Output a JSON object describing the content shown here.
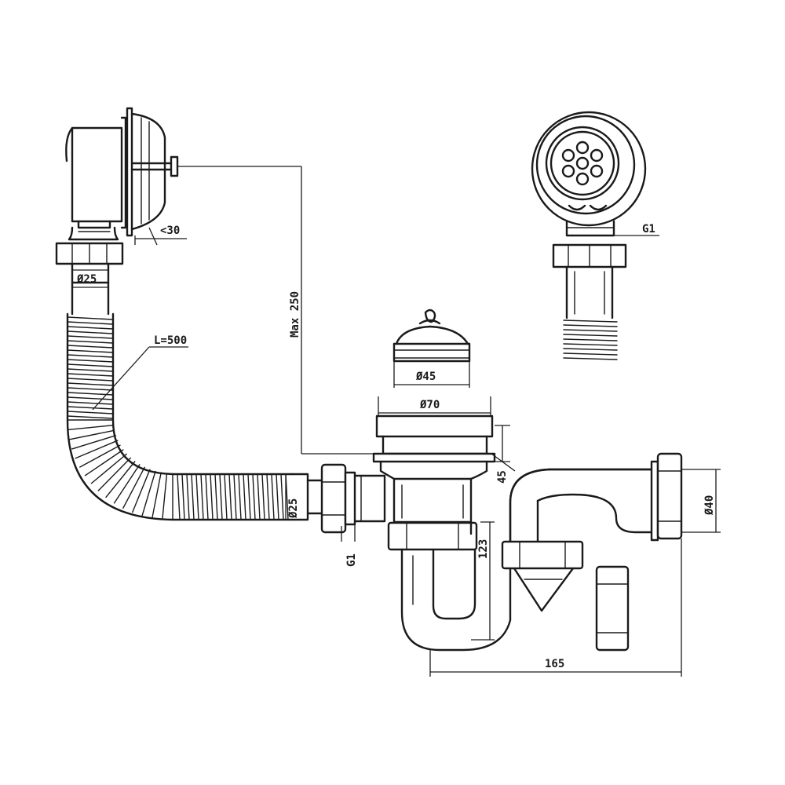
{
  "labels": {
    "angle": "<30",
    "thread_top": "G1",
    "hose_diameter_top": "Ø25",
    "hose_length": "L=500",
    "max_height": "Max 250",
    "plug_diameter": "Ø45",
    "flange_diameter": "Ø70",
    "flange_height": "45",
    "outlet_diameter": "Ø40",
    "hose_diameter_side": "Ø25",
    "thread_side": "G1",
    "trap_height": "123",
    "trap_width": "165"
  }
}
